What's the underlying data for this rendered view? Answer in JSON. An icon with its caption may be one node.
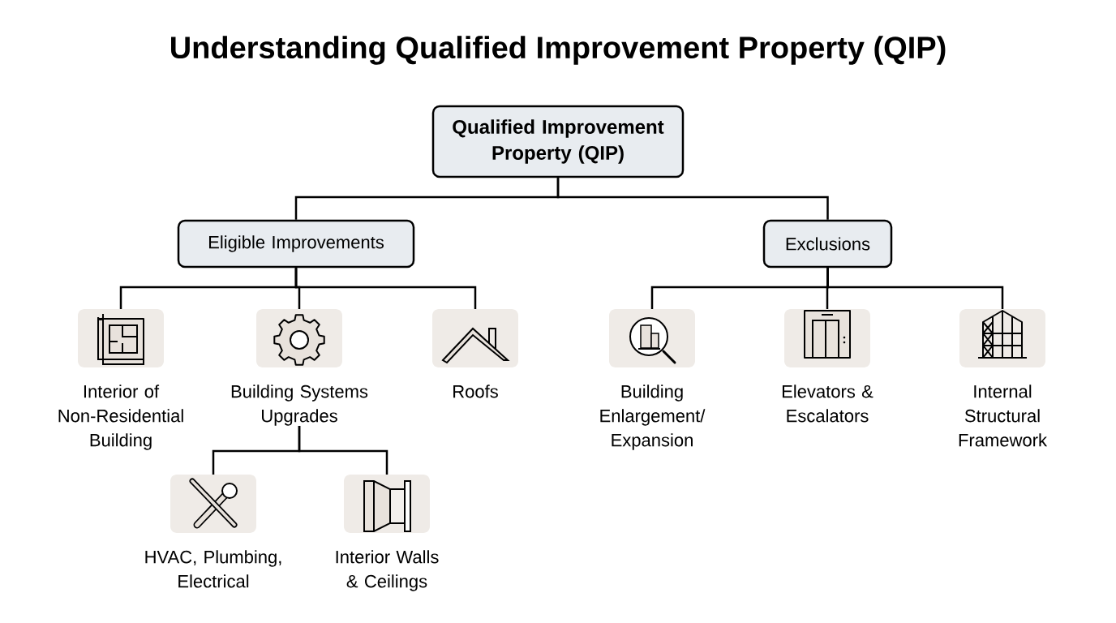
{
  "diagram": {
    "title": "Understanding Qualified Improvement Property (QIP)",
    "nodes": [
      {
        "text": [
          "Qualified Improvement Property (QIP)"
        ]
      },
      {
        "text": [
          "Eligible Improvements"
        ]
      },
      {
        "text": [
          "Exclusions"
        ]
      },
      {
        "text": [
          "Interior of Non-Residential Building"
        ]
      },
      {
        "text": [
          "Building Systems Upgrades"
        ]
      },
      {
        "text": [
          "Roofs"
        ]
      },
      {
        "text": [
          "Building Enlargement/ Expansion"
        ]
      },
      {
        "text": [
          "Elevators & Escalators"
        ]
      },
      {
        "text": [
          "Internal Structural Framework"
        ]
      },
      {
        "text": [
          "HVAC, Plumbing, Electrical"
        ]
      },
      {
        "text": [
          "Interior Walls & Ceilings"
        ]
      }
    ],
    "edges": [
      {
        "from": 0,
        "to": 1,
        "arrow": "none"
      },
      {
        "from": 0,
        "to": 2,
        "arrow": "none"
      },
      {
        "from": 1,
        "to": 3,
        "arrow": "none"
      },
      {
        "from": 1,
        "to": 4,
        "arrow": "none"
      },
      {
        "from": 1,
        "to": 5,
        "arrow": "none"
      },
      {
        "from": 2,
        "to": 6,
        "arrow": "none"
      },
      {
        "from": 2,
        "to": 7,
        "arrow": "none"
      },
      {
        "from": 2,
        "to": 8,
        "arrow": "none"
      },
      {
        "from": 4,
        "to": 9,
        "arrow": "none"
      },
      {
        "from": 4,
        "to": 10,
        "arrow": "none"
      }
    ]
  }
}
